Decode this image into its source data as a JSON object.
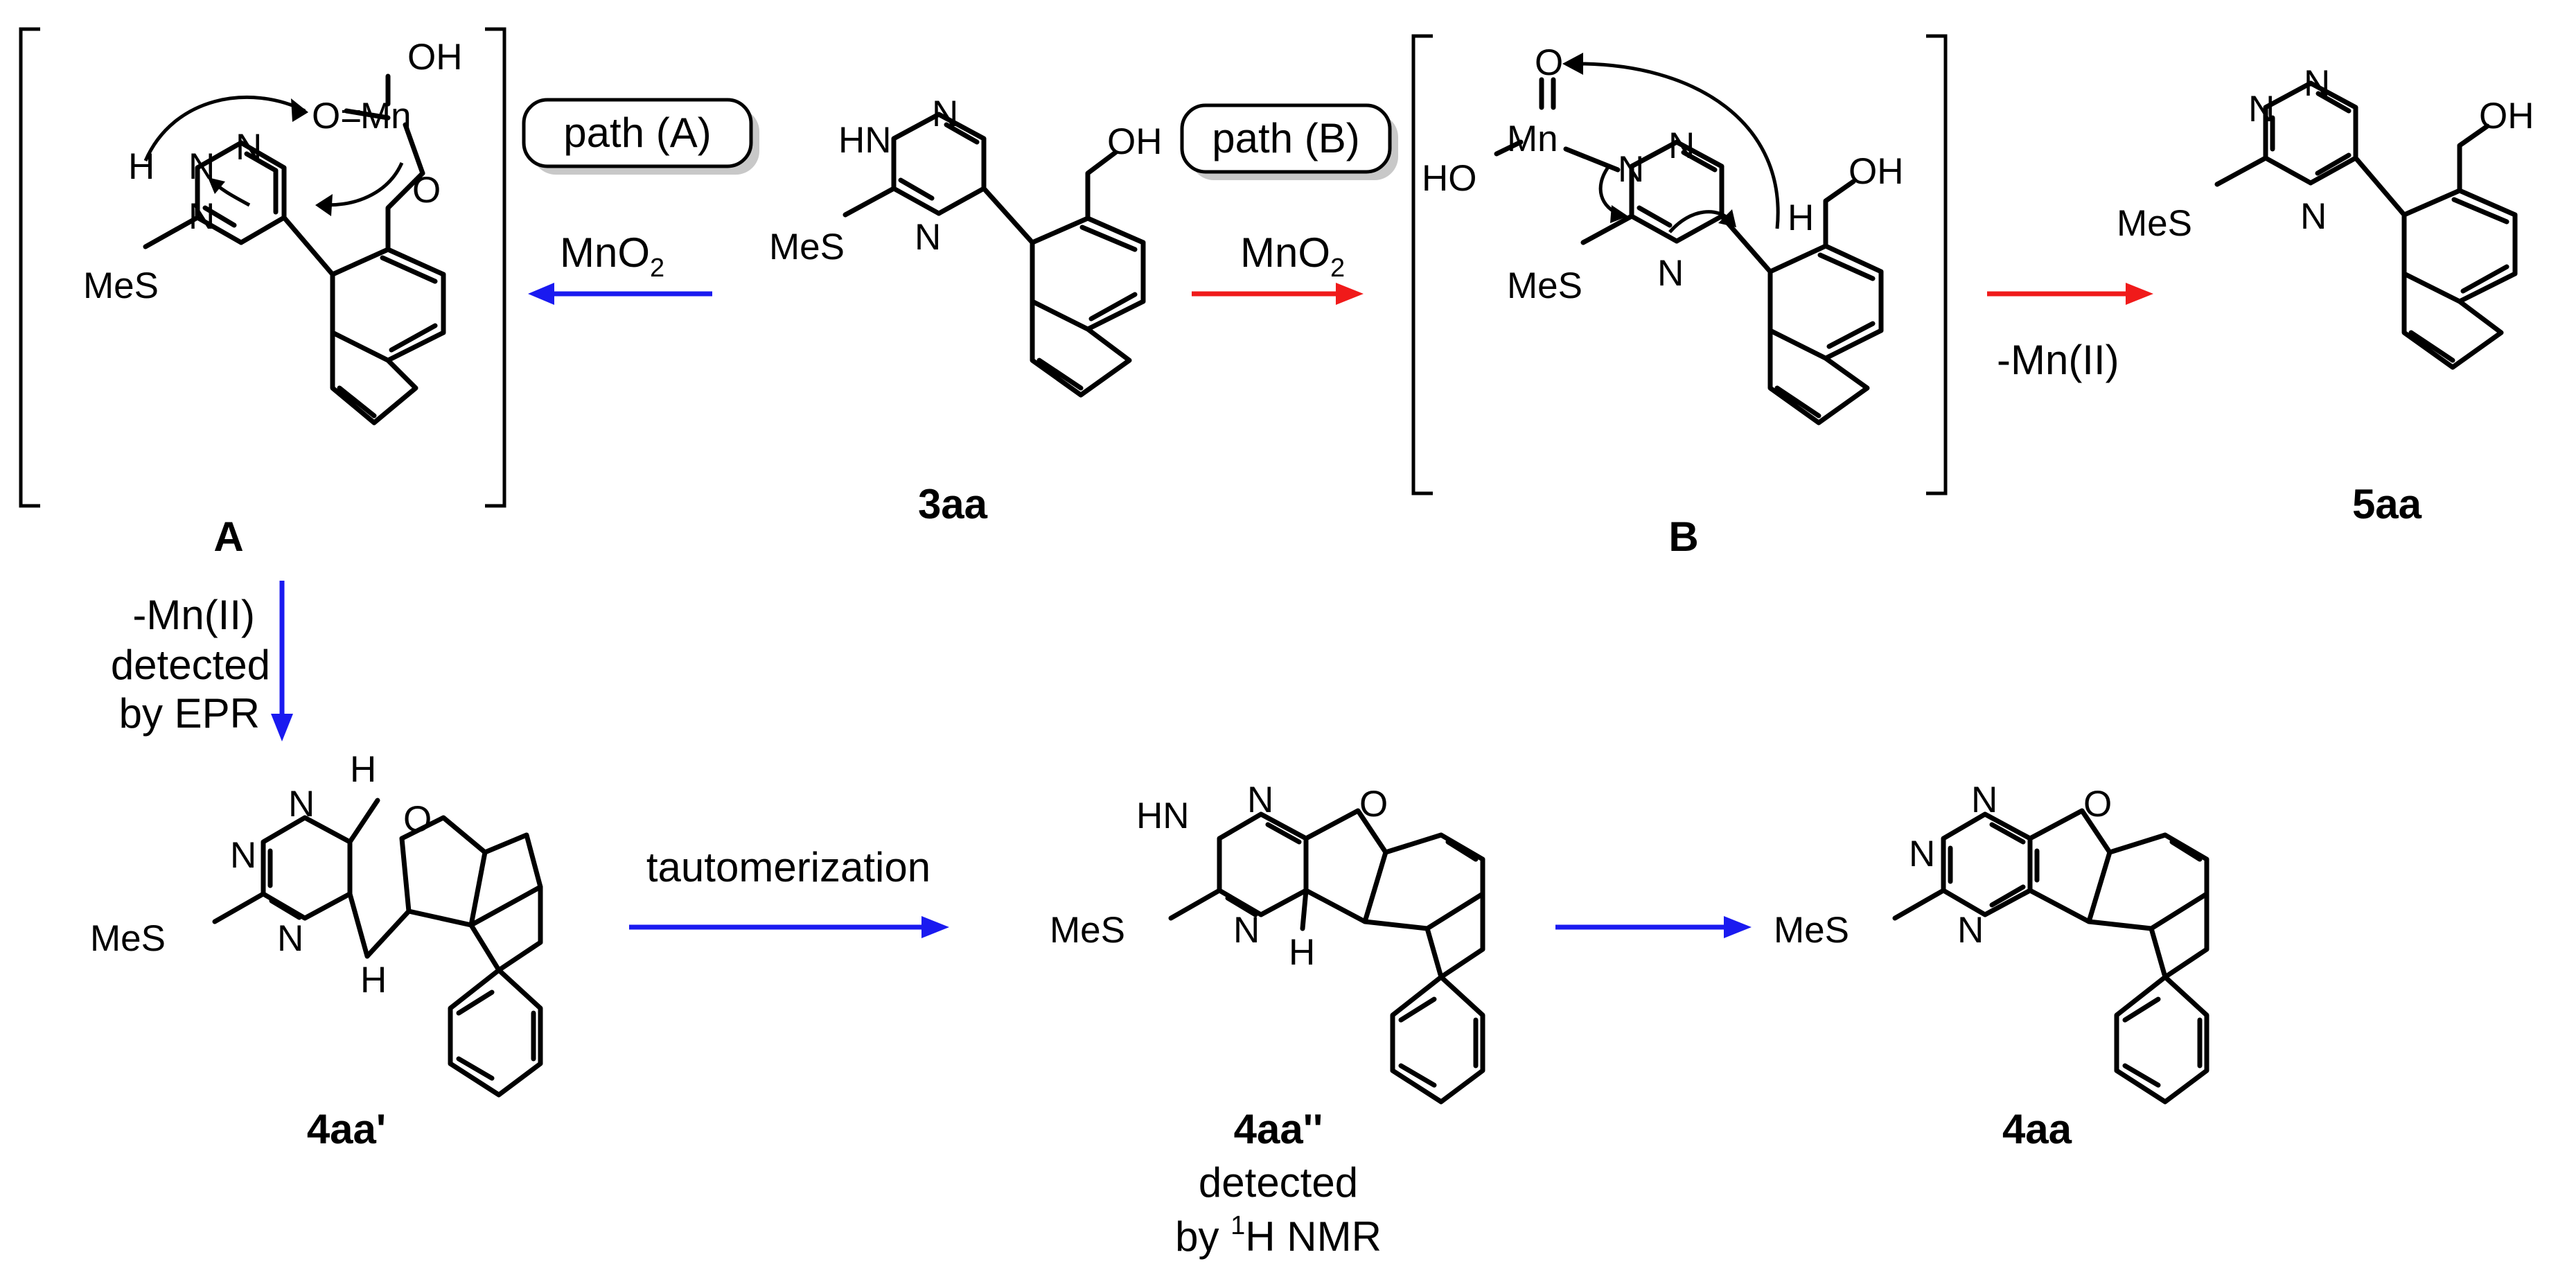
{
  "colors": {
    "path_a": "#1a1af0",
    "path_b": "#f01a1a",
    "ink": "#000000",
    "box_shadow": "#c8c8c8"
  },
  "paths": {
    "a_label": "path (A)",
    "b_label": "path (B)"
  },
  "reagents": {
    "mno2_left_main": "MnO",
    "mno2_left_sub": "2",
    "mno2_right_main": "MnO",
    "mno2_right_sub": "2",
    "mn2_right": "-Mn(II)",
    "mn2_down": "-Mn(II)",
    "detected_down": "detected",
    "by_epr": "by EPR",
    "tautomerization": "tautomerization"
  },
  "compounds": {
    "A": "A",
    "B": "B",
    "c3aa": "3aa",
    "c5aa": "5aa",
    "c4aa_prime": "4aa'",
    "c4aa_dprime": "4aa''",
    "c4aa": "4aa",
    "detected_nmr": "detected",
    "by_nmr_pre": "by ",
    "by_nmr_sup": "1",
    "by_nmr_post": "H NMR"
  },
  "atoms": {
    "N": "N",
    "O": "O",
    "H": "H",
    "S": "S",
    "HN": "HN",
    "OH": "OH",
    "HO": "HO",
    "MeS": "MeS",
    "Mn": "Mn",
    "O_eq": "O="
  }
}
